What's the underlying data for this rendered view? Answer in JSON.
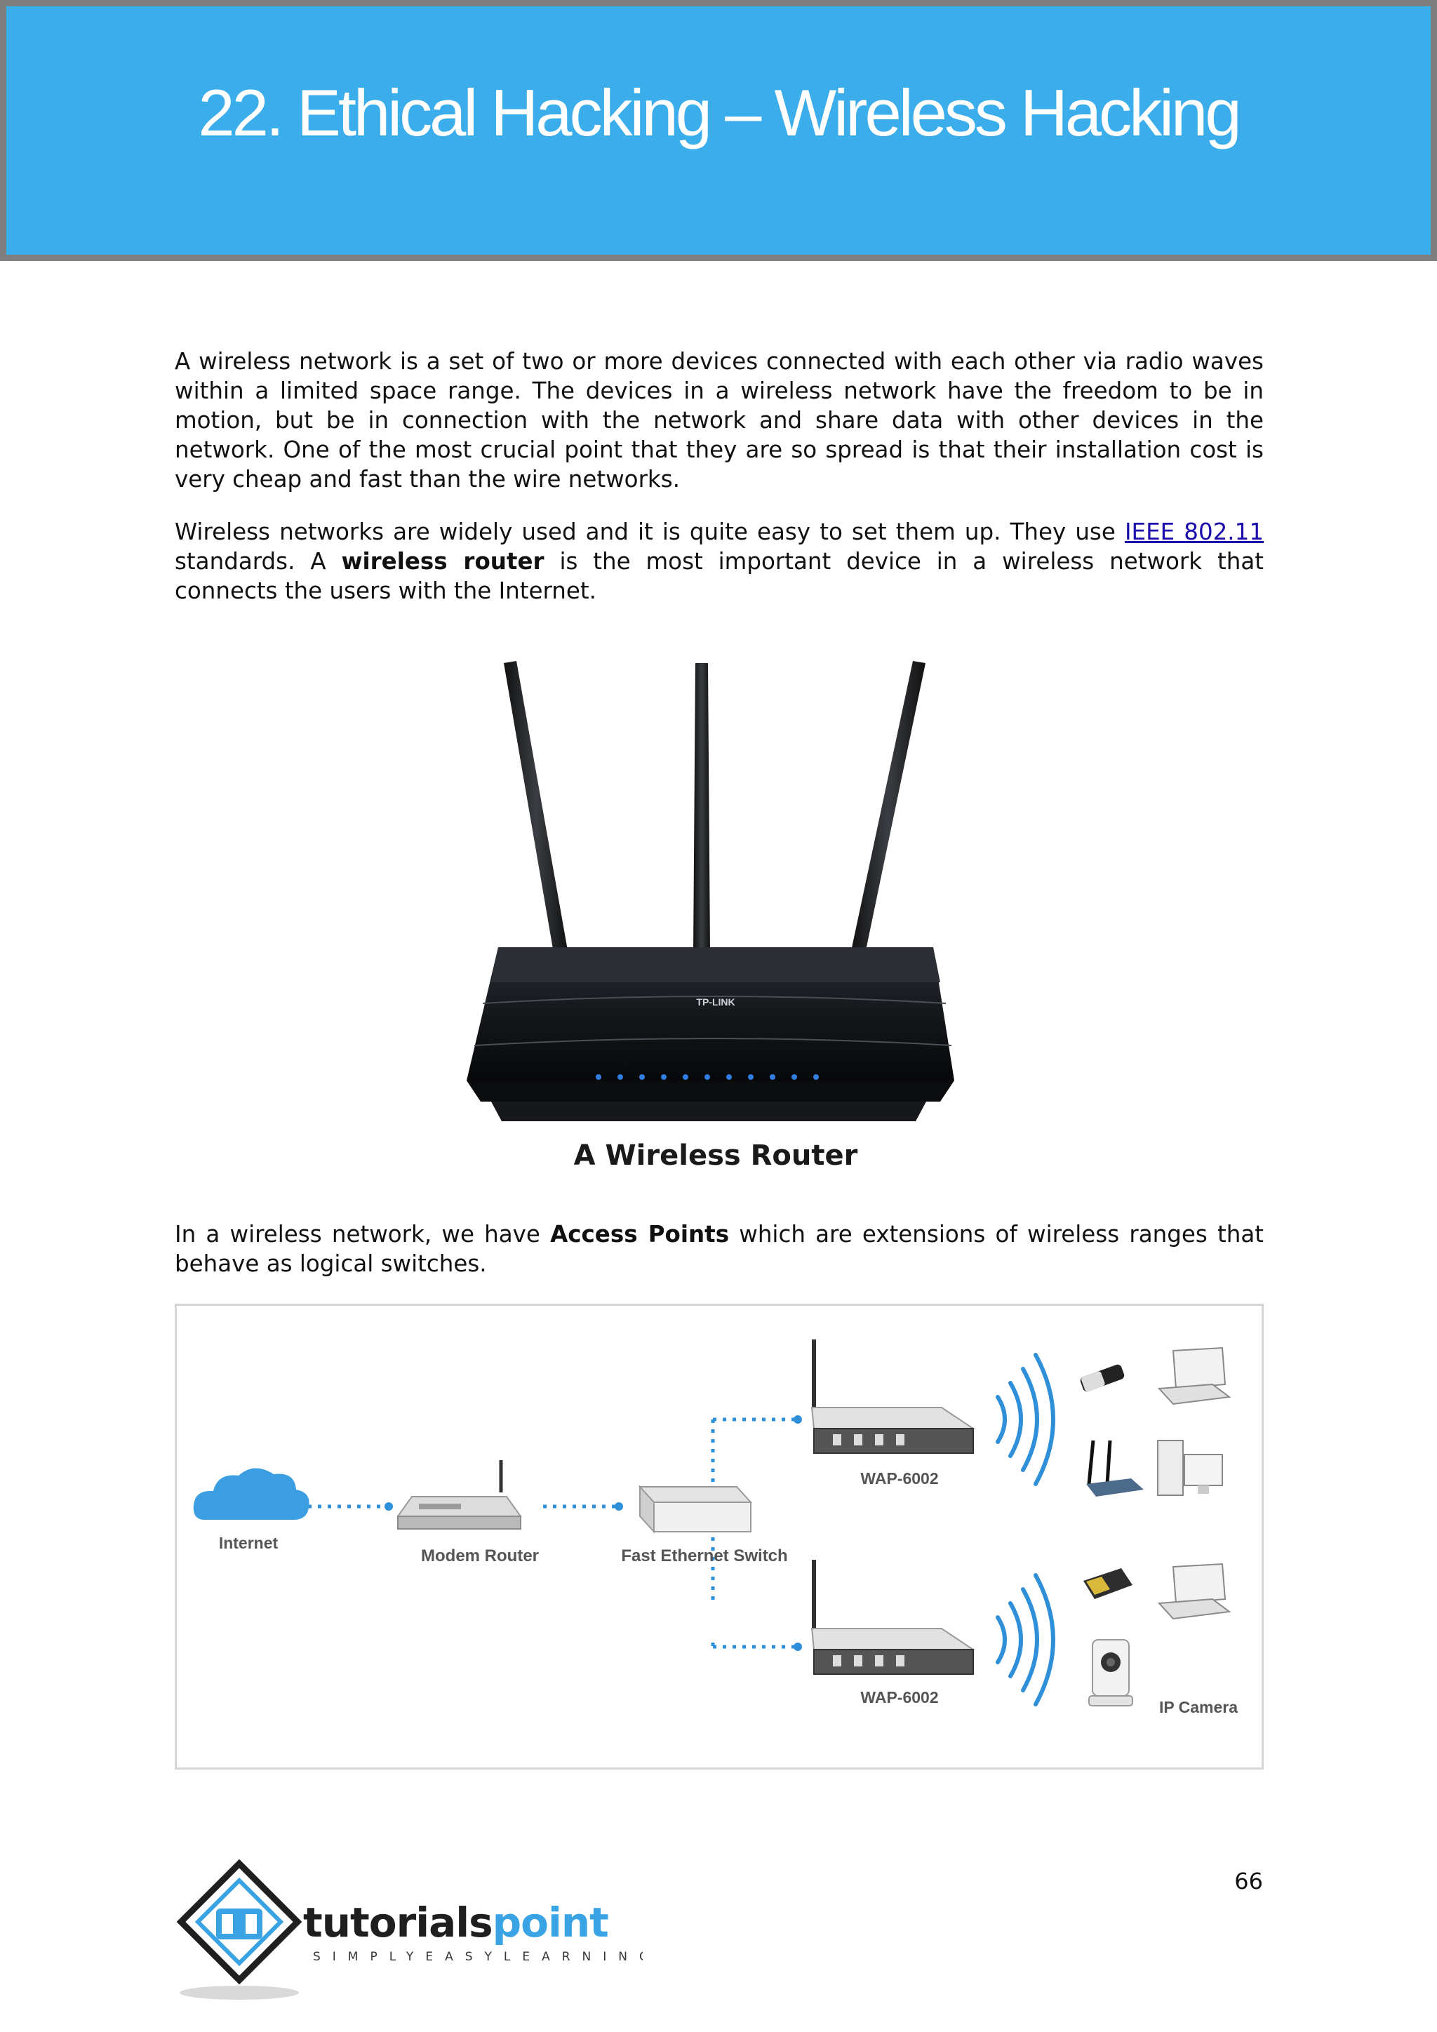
{
  "header": {
    "title": "22. Ethical Hacking – Wireless Hacking"
  },
  "paragraph1": "A wireless network is a set of two or more devices connected with each other via radio waves within a limited space range. The devices in a wireless network have the freedom to be in motion, but be in connection with the network and share data with other devices in the network. One of the most crucial point that they are so spread is that their installation cost is very cheap and fast than the wire networks.",
  "paragraph2": {
    "before_link": "Wireless networks are widely used and it is quite easy to set them up. They use ",
    "link_text": "IEEE 802.11",
    "after_link": " standards. A ",
    "bold_text": "wireless router",
    "after_bold": " is the most important device in a wireless network that connects the users with the Internet."
  },
  "figure1": {
    "caption": "A Wireless Router",
    "brand": "TP-LINK"
  },
  "paragraph3": {
    "before_bold": "In a wireless network, we have ",
    "bold_text": "Access Points",
    "after_bold": " which are extensions of wireless ranges that behave as logical switches."
  },
  "figure2": {
    "labels": {
      "internet": "Internet",
      "modem_router": "Modem Router",
      "switch": "Fast Ethernet Switch",
      "ap_top": "WAP-6002",
      "ap_bottom": "WAP-6002",
      "ip_camera": "IP Camera"
    }
  },
  "footer": {
    "page_number": "66",
    "logo": {
      "name_dark": "tutorials",
      "name_accent": "point",
      "tagline": "SIMPLYEASYLEARNING"
    }
  },
  "colors": {
    "banner": "#3badea",
    "banner_border": "#7f7f7f",
    "link": "#1a0dab",
    "diagram_blue": "#2f8fd8",
    "logo_blue": "#3aa3e3"
  }
}
